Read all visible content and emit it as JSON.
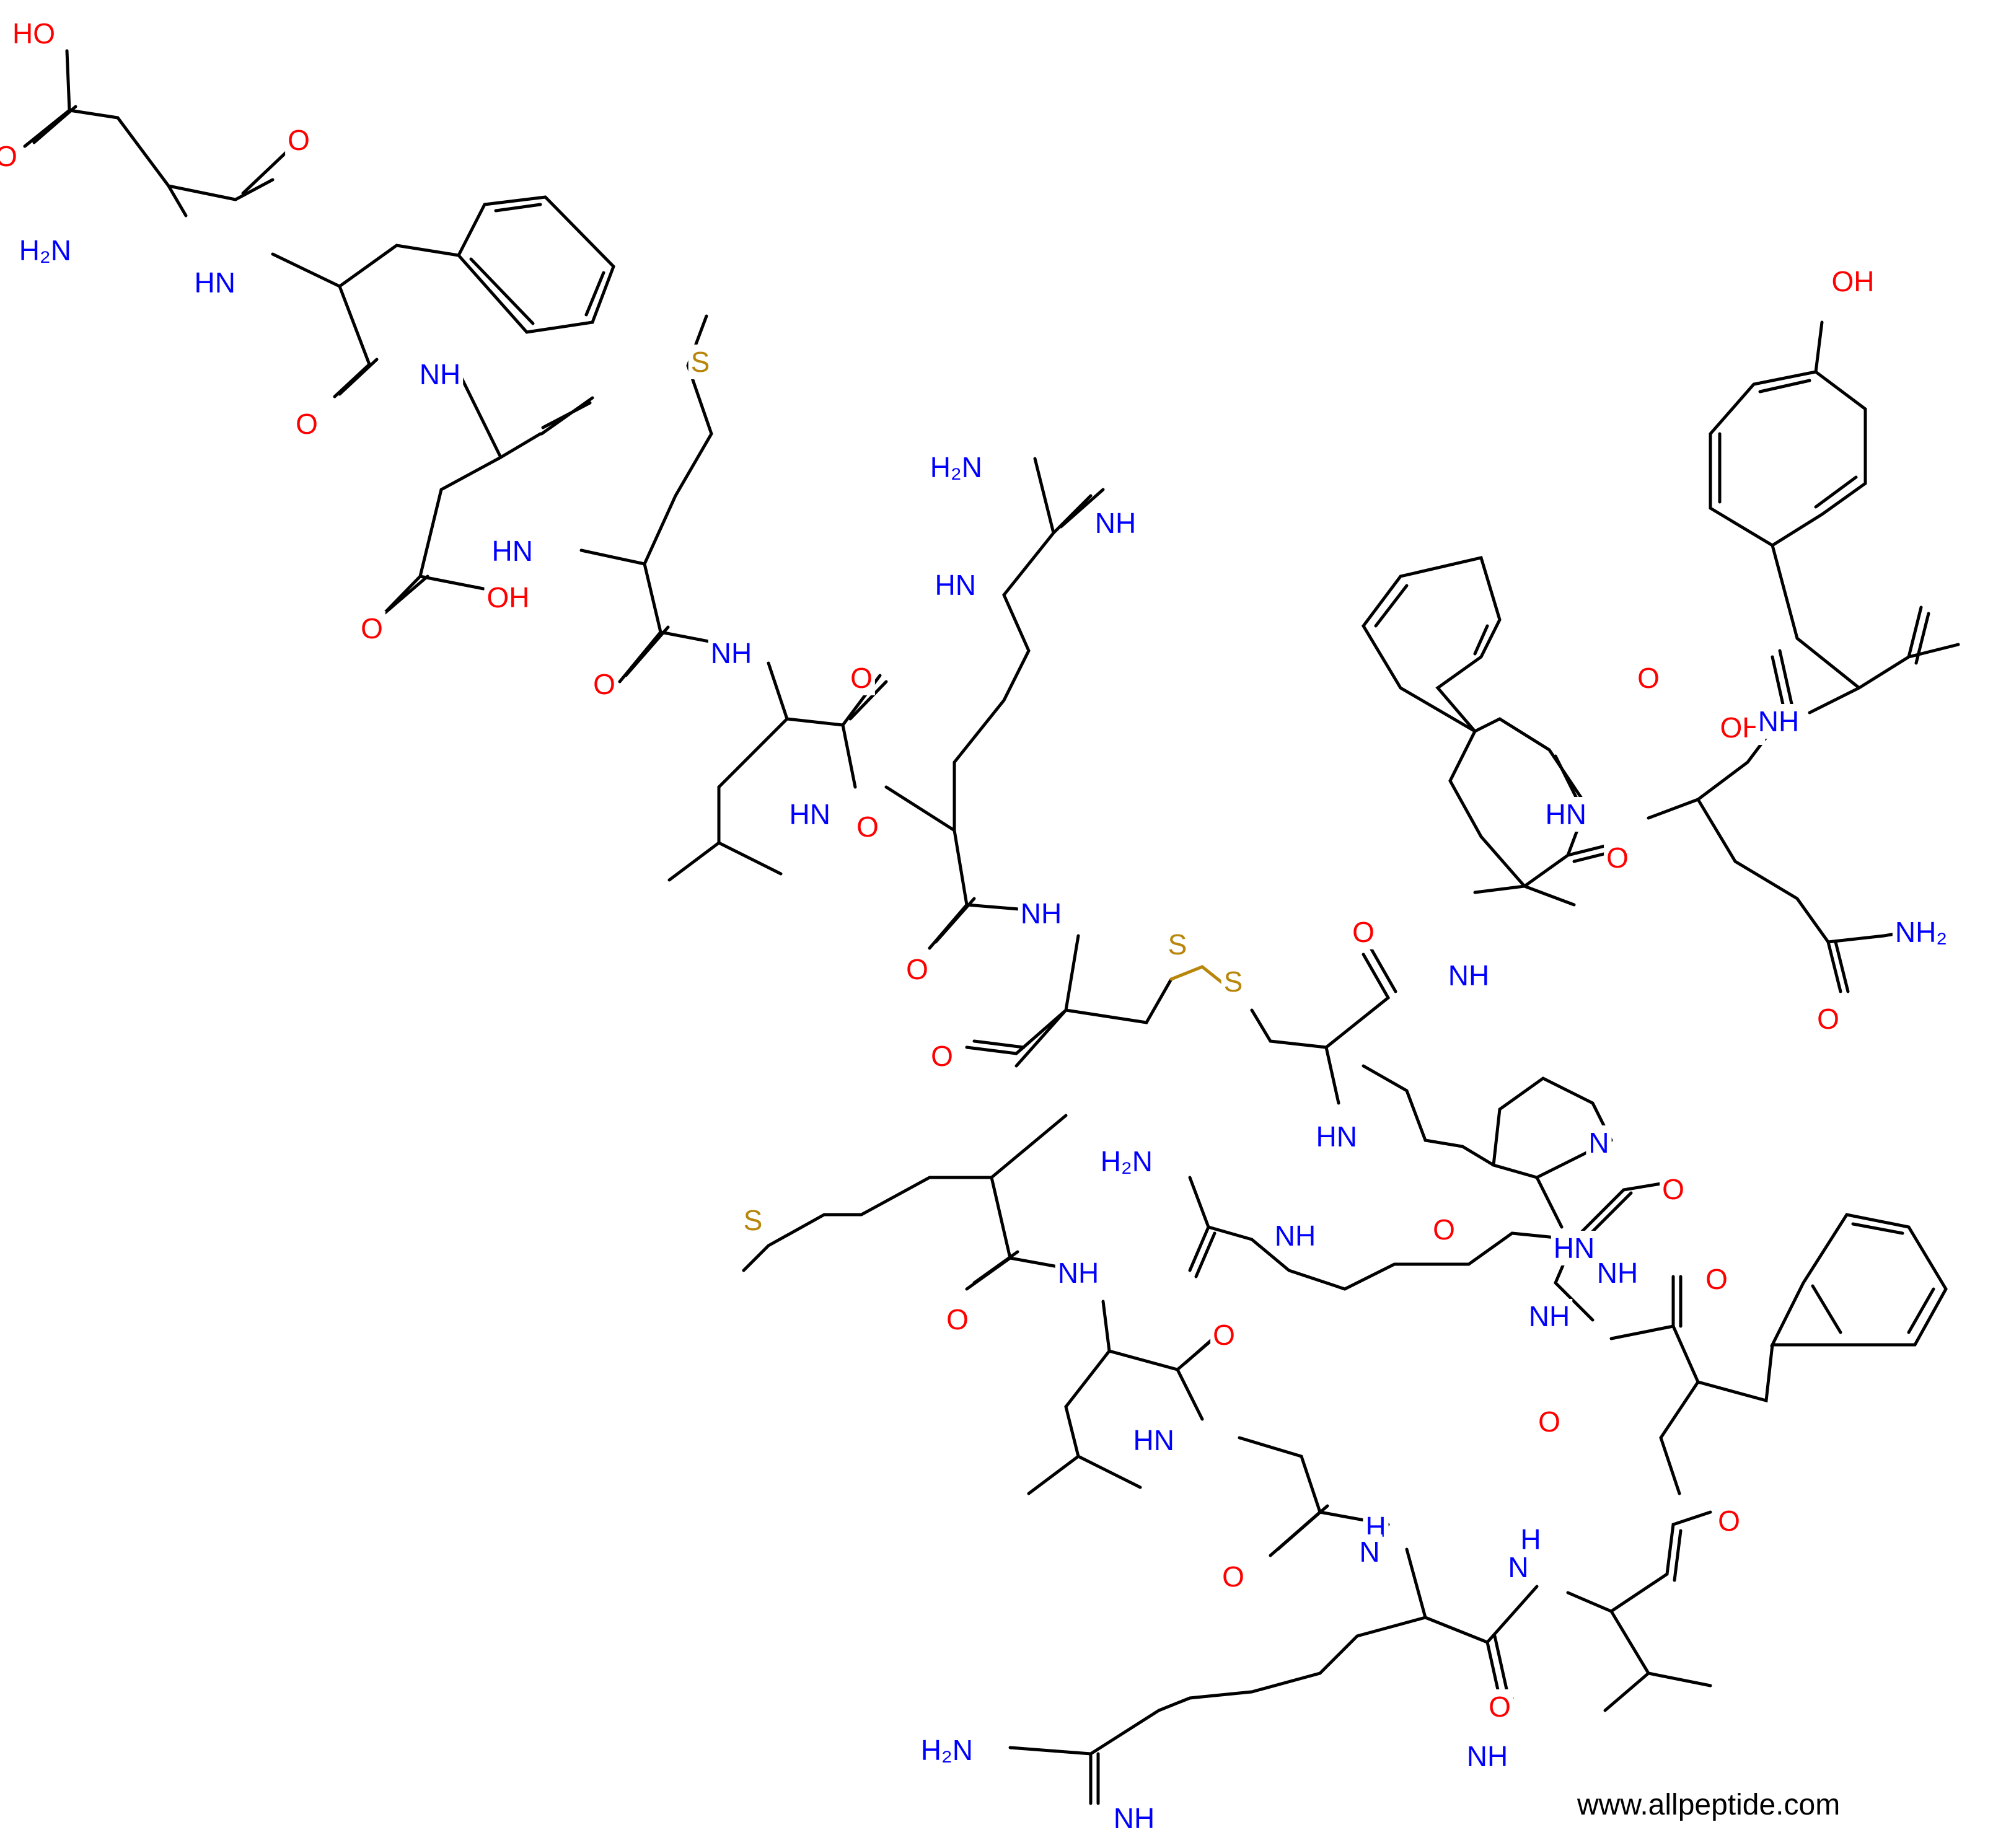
{
  "colors": {
    "nitrogen": "#0000ff",
    "oxygen": "#ff0000",
    "sulfur": "#b8860b",
    "bond": "#000000",
    "text": "#000000",
    "background": "#ffffff"
  },
  "watermark": "www.allpeptide.com",
  "atom_labels": [
    {
      "id": "a1",
      "text": "HO",
      "el": "O"
    },
    {
      "id": "a2",
      "text": "O",
      "el": "O"
    },
    {
      "id": "a3",
      "text": "O",
      "el": "O"
    },
    {
      "id": "a4",
      "text": "H₂N",
      "el": "N"
    },
    {
      "id": "a5",
      "text": "HN",
      "el": "N"
    },
    {
      "id": "a6",
      "text": "O",
      "el": "O"
    },
    {
      "id": "a7",
      "text": "NH",
      "el": "N"
    },
    {
      "id": "a8",
      "text": "S",
      "el": "S"
    },
    {
      "id": "a9",
      "text": "O",
      "el": "O"
    },
    {
      "id": "a10",
      "text": "HN",
      "el": "N"
    },
    {
      "id": "a11",
      "text": "O",
      "el": "O"
    },
    {
      "id": "a12",
      "text": "OH",
      "el": "O"
    },
    {
      "id": "a13",
      "text": "O",
      "el": "O"
    },
    {
      "id": "a14",
      "text": "NH",
      "el": "N"
    },
    {
      "id": "a15",
      "text": "H₂N",
      "el": "N"
    },
    {
      "id": "a16",
      "text": "NH",
      "el": "N"
    },
    {
      "id": "a17",
      "text": "HN",
      "el": "N"
    },
    {
      "id": "a18",
      "text": "O",
      "el": "O"
    },
    {
      "id": "a19",
      "text": "HN",
      "el": "N"
    },
    {
      "id": "a20",
      "text": "O",
      "el": "O"
    },
    {
      "id": "a21",
      "text": "NH",
      "el": "N"
    },
    {
      "id": "a22",
      "text": "S",
      "el": "S"
    },
    {
      "id": "a23",
      "text": "S",
      "el": "S"
    },
    {
      "id": "a24",
      "text": "O",
      "el": "O"
    },
    {
      "id": "a25",
      "text": "NH",
      "el": "N"
    },
    {
      "id": "a26",
      "text": "O",
      "el": "O"
    },
    {
      "id": "a27",
      "text": "S",
      "el": "S"
    },
    {
      "id": "a28",
      "text": "O",
      "el": "O"
    },
    {
      "id": "a29",
      "text": "NH",
      "el": "N"
    },
    {
      "id": "a30",
      "text": "H₂N",
      "el": "N"
    },
    {
      "id": "a31",
      "text": "NH",
      "el": "N"
    },
    {
      "id": "a32",
      "text": "HN",
      "el": "N"
    },
    {
      "id": "a33",
      "text": "O",
      "el": "O"
    },
    {
      "id": "a34",
      "text": "N",
      "el": "N"
    },
    {
      "id": "a35",
      "text": "O",
      "el": "O"
    },
    {
      "id": "a36",
      "text": "NH",
      "el": "N"
    },
    {
      "id": "a37",
      "text": "HN",
      "el": "N"
    },
    {
      "id": "a38",
      "text": "O",
      "el": "O"
    },
    {
      "id": "a39",
      "text": "HN",
      "el": "N"
    },
    {
      "id": "a40",
      "text": "O",
      "el": "O"
    },
    {
      "id": "a41",
      "text": "NH",
      "el": "N"
    },
    {
      "id": "a42",
      "text": "O",
      "el": "O"
    },
    {
      "id": "a43",
      "text": "H",
      "el": "N"
    },
    {
      "id": "a44",
      "text": "N",
      "el": "N"
    },
    {
      "id": "a45",
      "text": "O",
      "el": "O"
    },
    {
      "id": "a46",
      "text": "H",
      "el": "N"
    },
    {
      "id": "a47",
      "text": "N",
      "el": "N"
    },
    {
      "id": "a48",
      "text": "H₂N",
      "el": "N"
    },
    {
      "id": "a49",
      "text": "NH",
      "el": "N"
    },
    {
      "id": "a50",
      "text": "O",
      "el": "O"
    },
    {
      "id": "a51",
      "text": "NH",
      "el": "N"
    },
    {
      "id": "a52",
      "text": "O",
      "el": "O"
    },
    {
      "id": "a53",
      "text": "OH",
      "el": "O"
    },
    {
      "id": "a54",
      "text": "O",
      "el": "O"
    },
    {
      "id": "a55",
      "text": "NH",
      "el": "N"
    },
    {
      "id": "a56",
      "text": "HN",
      "el": "N"
    },
    {
      "id": "a57",
      "text": "O",
      "el": "O"
    },
    {
      "id": "a58",
      "text": "NH₂",
      "el": "N"
    },
    {
      "id": "a59",
      "text": "O",
      "el": "O"
    },
    {
      "id": "a60",
      "text": "OH",
      "el": "O"
    }
  ]
}
